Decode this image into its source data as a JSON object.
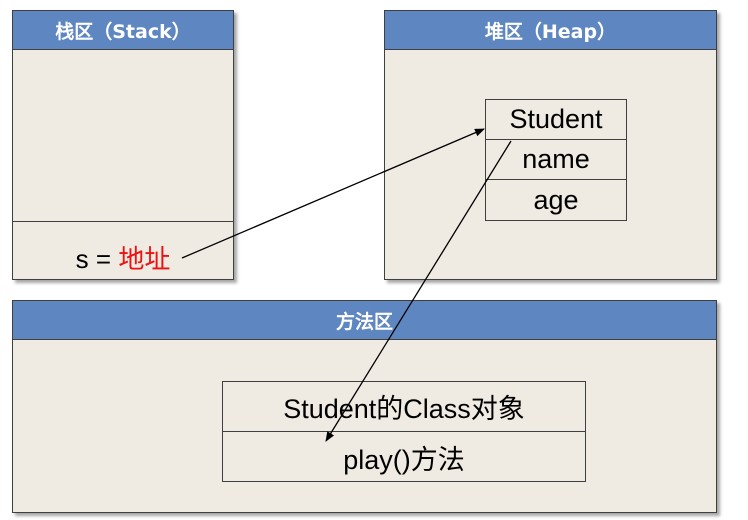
{
  "stack": {
    "title": "栈区（Stack）",
    "variable": {
      "name": "s",
      "operator": "=",
      "value": "地址"
    }
  },
  "heap": {
    "title": "堆区（Heap）",
    "object": {
      "class_name": "Student",
      "fields": [
        "name",
        "age"
      ]
    }
  },
  "method_area": {
    "title": "方法区",
    "class_object": "Student的Class对象",
    "method": "play()方法"
  },
  "colors": {
    "header": "#5e86c0",
    "panel": "#efebe2",
    "address_text": "#ee1111"
  }
}
